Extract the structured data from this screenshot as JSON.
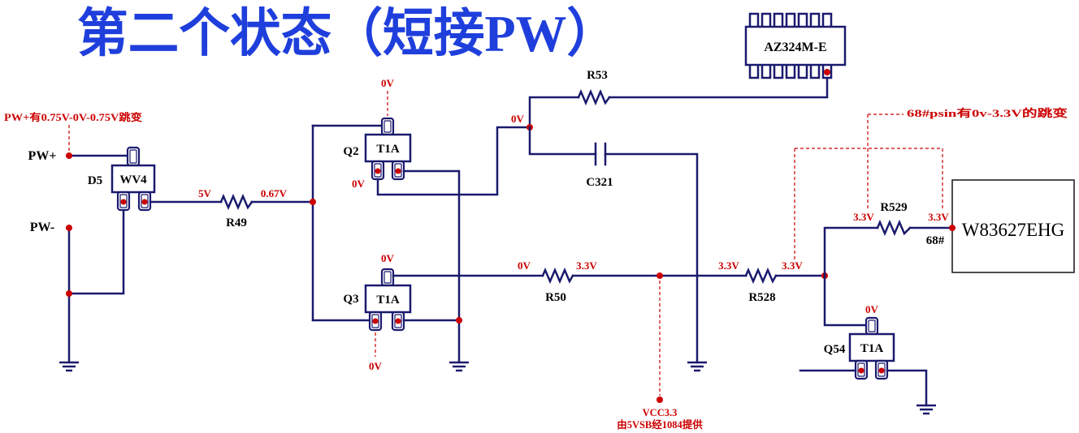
{
  "title": "第二个状态（短接PW）",
  "colors": {
    "title": "#1f3fdc",
    "wire": "#1a1a6e",
    "measurement": "#cc0000",
    "label": "#000000"
  },
  "ports": {
    "pw_plus": "PW+",
    "pw_minus": "PW-"
  },
  "notes": {
    "pw_plus_toggle": "PW+有0.75V-0V-0.75V跳变",
    "psin_toggle": "68#psin有0v-3.3V的跳变",
    "vcc_name": "VCC3.3",
    "vcc_supply": "由5VSB经1084提供"
  },
  "components": {
    "d5": {
      "ref": "D5",
      "part": "WV4"
    },
    "q2": {
      "ref": "Q2",
      "part": "T1A"
    },
    "q3": {
      "ref": "Q3",
      "part": "T1A"
    },
    "q54": {
      "ref": "Q54",
      "part": "T1A"
    },
    "r49": {
      "ref": "R49"
    },
    "r50": {
      "ref": "R50"
    },
    "r53": {
      "ref": "R53"
    },
    "r528": {
      "ref": "R528"
    },
    "r529": {
      "ref": "R529"
    },
    "c321": {
      "ref": "C321"
    },
    "ic_top": {
      "part": "AZ324M-E"
    },
    "ic_right": {
      "part": "W83627EHG",
      "pin": "68#"
    }
  },
  "voltages": {
    "r49_left": "5V",
    "r49_right": "0.67V",
    "q2_top": "0V",
    "q2_bottom": "0V",
    "r53_node": "0V",
    "q3_top": "0V",
    "q3_bottom": "0V",
    "r50_left": "0V",
    "r50_right": "3.3V",
    "r528_left": "3.3V",
    "r528_right": "3.3V",
    "r529_left": "3.3V",
    "r529_right": "3.3V",
    "q54_top": "0V"
  }
}
